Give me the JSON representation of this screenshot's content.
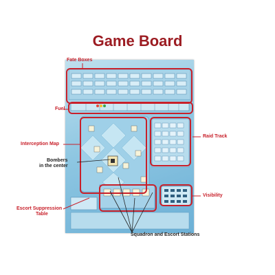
{
  "page": {
    "title": "Game Board"
  },
  "callouts": {
    "fate_boxes": "Fate Boxes",
    "fuel": "Fuel",
    "interception_map": "Interception Map",
    "bombers_line1": "Bombers",
    "bombers_line2": "in the center",
    "raid_track": "Raid Track",
    "visibility": "Visibility",
    "escort_line1": "Escort Suppression",
    "escort_line2": "Table",
    "squadron": "Squadron and Escort Stations"
  },
  "colors": {
    "accent": "#c8202a",
    "title": "#9c1c22",
    "board_light": "#bfe0ee",
    "board_dark": "#6cb0d6"
  }
}
